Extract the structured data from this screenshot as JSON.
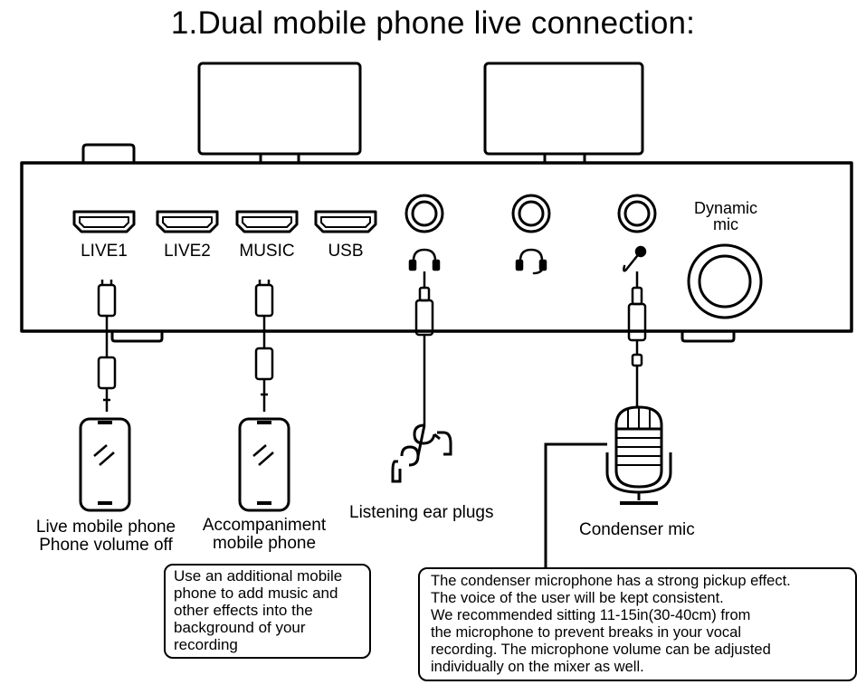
{
  "title": "1.Dual mobile phone live connection:",
  "ports": {
    "live1": "LIVE1",
    "live2": "LIVE2",
    "music": "MUSIC",
    "usb": "USB"
  },
  "dynamic_mic": {
    "line1": "Dynamic",
    "line2": "mic"
  },
  "captions": {
    "live_phone_1": "Live mobile phone",
    "live_phone_2": "Phone volume off",
    "accomp_1": "Accompaniment",
    "accomp_2": "mobile phone",
    "ear_plugs": "Listening ear plugs",
    "condenser": "Condenser mic"
  },
  "note_left": [
    "Use an additional mobile",
    "phone to add music and",
    "other effects into the",
    "background of your",
    "recording"
  ],
  "note_right": [
    "The condenser microphone has a strong pickup effect.",
    "The voice of the user will be kept consistent.",
    "We recommended sitting 11-15in(30-40cm)  from",
    "the microphone to prevent breaks in your vocal",
    "recording. The microphone volume can be adjusted",
    "individually on the mixer as well."
  ],
  "icons": [
    "headphones-icon",
    "headset-icon",
    "microphone-icon",
    "smartphone-icon",
    "earbuds-icon",
    "condenser-mic-icon"
  ]
}
